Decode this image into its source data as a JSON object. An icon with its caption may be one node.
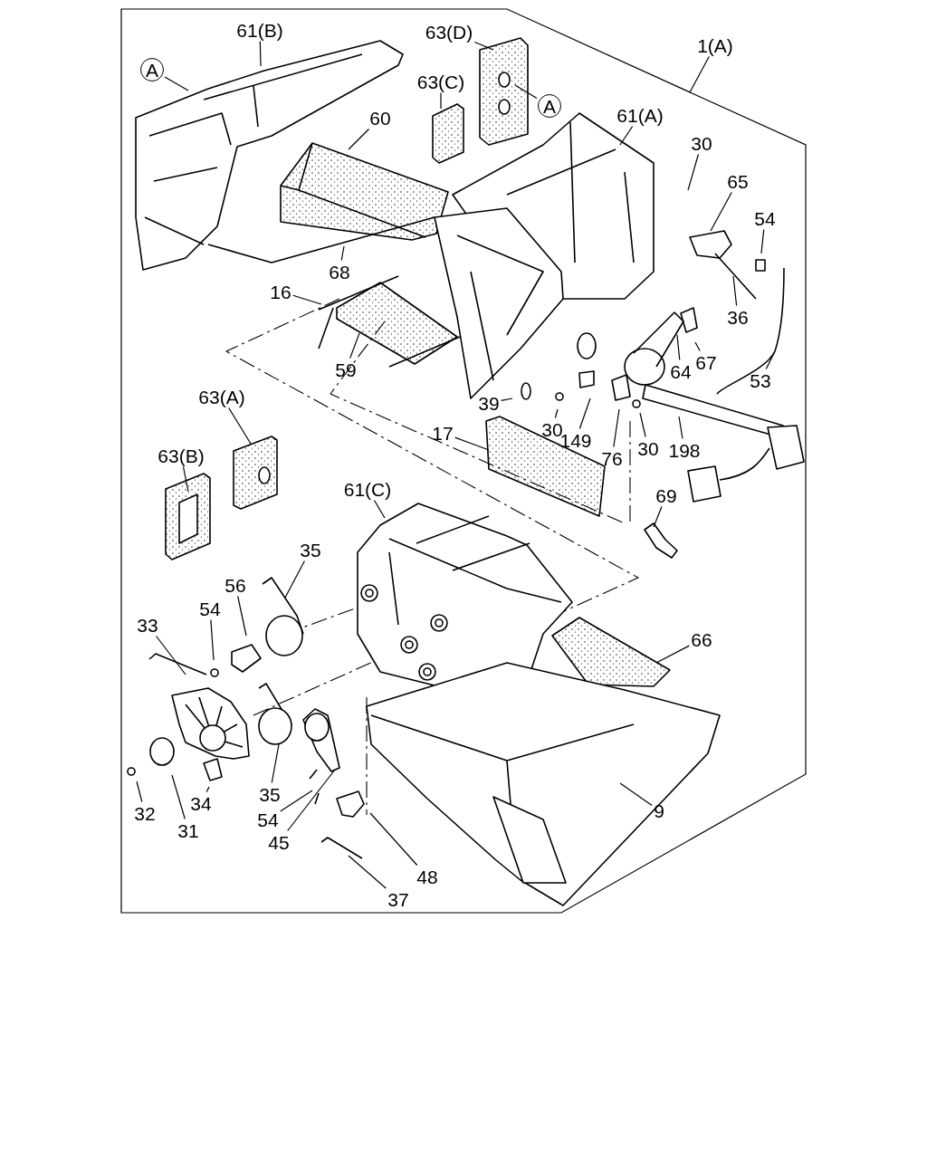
{
  "diagram": {
    "nodes": [
      {
        "text": [
          "61(B)"
        ]
      },
      {
        "text": [
          "A"
        ]
      },
      {
        "text": [
          "63(D)"
        ]
      },
      {
        "text": [
          "63(C)"
        ]
      },
      {
        "text": [
          "A"
        ]
      },
      {
        "text": [
          "1(A)"
        ]
      },
      {
        "text": [
          "61(A)"
        ]
      },
      {
        "text": [
          "60"
        ]
      },
      {
        "text": [
          "30"
        ]
      },
      {
        "text": [
          "65"
        ]
      },
      {
        "text": [
          "54"
        ]
      },
      {
        "text": [
          "68"
        ]
      },
      {
        "text": [
          "16"
        ]
      },
      {
        "text": [
          "36"
        ]
      },
      {
        "text": [
          "67"
        ]
      },
      {
        "text": [
          "64"
        ]
      },
      {
        "text": [
          "53"
        ]
      },
      {
        "text": [
          "59"
        ]
      },
      {
        "text": [
          "39"
        ]
      },
      {
        "text": [
          "30"
        ]
      },
      {
        "text": [
          "149"
        ]
      },
      {
        "text": [
          "76"
        ]
      },
      {
        "text": [
          "30"
        ]
      },
      {
        "text": [
          "198"
        ]
      },
      {
        "text": [
          "17"
        ]
      },
      {
        "text": [
          "63(A)"
        ]
      },
      {
        "text": [
          "63(B)"
        ]
      },
      {
        "text": [
          "61(C)"
        ]
      },
      {
        "text": [
          "69"
        ]
      },
      {
        "text": [
          "35"
        ]
      },
      {
        "text": [
          "56"
        ]
      },
      {
        "text": [
          "54"
        ]
      },
      {
        "text": [
          "33"
        ]
      },
      {
        "text": [
          "66"
        ]
      },
      {
        "text": [
          "35"
        ]
      },
      {
        "text": [
          "54"
        ]
      },
      {
        "text": [
          "45"
        ]
      },
      {
        "text": [
          "34"
        ]
      },
      {
        "text": [
          "32"
        ]
      },
      {
        "text": [
          "31"
        ]
      },
      {
        "text": [
          "9"
        ]
      },
      {
        "text": [
          "48"
        ]
      },
      {
        "text": [
          "37"
        ]
      }
    ],
    "edges": [
      {
        "from": 0,
        "to": null,
        "arrow": "none"
      },
      {
        "from": 1,
        "to": null,
        "arrow": "none"
      },
      {
        "from": 2,
        "to": null,
        "arrow": "none"
      },
      {
        "from": 3,
        "to": null,
        "arrow": "none"
      },
      {
        "from": 4,
        "to": null,
        "arrow": "none"
      },
      {
        "from": 5,
        "to": null,
        "arrow": "none"
      },
      {
        "from": 6,
        "to": null,
        "arrow": "none"
      },
      {
        "from": 7,
        "to": null,
        "arrow": "none"
      },
      {
        "from": 8,
        "to": null,
        "arrow": "none"
      },
      {
        "from": 9,
        "to": null,
        "arrow": "none"
      },
      {
        "from": 10,
        "to": null,
        "arrow": "none"
      },
      {
        "from": 11,
        "to": null,
        "arrow": "none"
      },
      {
        "from": 12,
        "to": null,
        "arrow": "none"
      },
      {
        "from": 13,
        "to": null,
        "arrow": "none"
      },
      {
        "from": 14,
        "to": null,
        "arrow": "none"
      },
      {
        "from": 15,
        "to": null,
        "arrow": "none"
      },
      {
        "from": 16,
        "to": null,
        "arrow": "none"
      },
      {
        "from": 17,
        "to": null,
        "arrow": "none"
      },
      {
        "from": 18,
        "to": null,
        "arrow": "none"
      },
      {
        "from": 19,
        "to": null,
        "arrow": "none"
      },
      {
        "from": 20,
        "to": null,
        "arrow": "none"
      },
      {
        "from": 21,
        "to": null,
        "arrow": "none"
      },
      {
        "from": 22,
        "to": null,
        "arrow": "none"
      },
      {
        "from": 23,
        "to": null,
        "arrow": "none"
      },
      {
        "from": 24,
        "to": null,
        "arrow": "none"
      },
      {
        "from": 25,
        "to": null,
        "arrow": "none"
      },
      {
        "from": 26,
        "to": null,
        "arrow": "none"
      },
      {
        "from": 27,
        "to": null,
        "arrow": "none"
      },
      {
        "from": 28,
        "to": null,
        "arrow": "none"
      },
      {
        "from": 29,
        "to": null,
        "arrow": "none"
      },
      {
        "from": 30,
        "to": null,
        "arrow": "none"
      },
      {
        "from": 31,
        "to": null,
        "arrow": "none"
      },
      {
        "from": 32,
        "to": null,
        "arrow": "none"
      },
      {
        "from": 33,
        "to": null,
        "arrow": "none"
      },
      {
        "from": 34,
        "to": null,
        "arrow": "none"
      },
      {
        "from": 35,
        "to": null,
        "arrow": "none"
      },
      {
        "from": 36,
        "to": null,
        "arrow": "none"
      },
      {
        "from": 37,
        "to": null,
        "arrow": "none"
      },
      {
        "from": 38,
        "to": null,
        "arrow": "none"
      },
      {
        "from": 39,
        "to": null,
        "arrow": "none"
      },
      {
        "from": 40,
        "to": null,
        "arrow": "none"
      },
      {
        "from": 41,
        "to": null,
        "arrow": "none"
      },
      {
        "from": 42,
        "to": null,
        "arrow": "none"
      }
    ]
  }
}
